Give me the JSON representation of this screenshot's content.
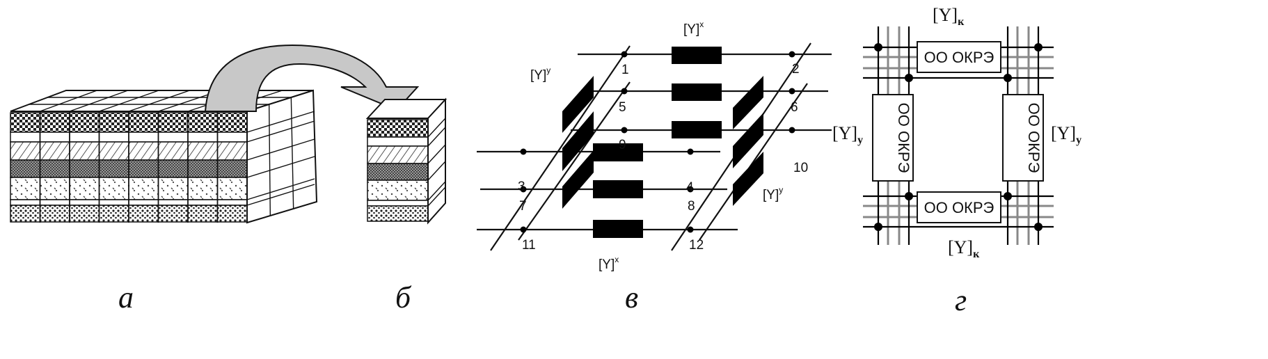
{
  "captions": {
    "a": "а",
    "b": "б",
    "v": "в",
    "g": "г"
  },
  "panel_v": {
    "node_numbers": [
      "1",
      "2",
      "3",
      "4",
      "5",
      "6",
      "7",
      "8",
      "9",
      "10",
      "11",
      "12"
    ],
    "label_y": "[Y]",
    "sup_x": "x",
    "sup_y": "y"
  },
  "panel_g": {
    "label_main": "[Y]",
    "sub_k": "к",
    "sub_u": "у",
    "box_text": "ОО ОКРЭ"
  }
}
